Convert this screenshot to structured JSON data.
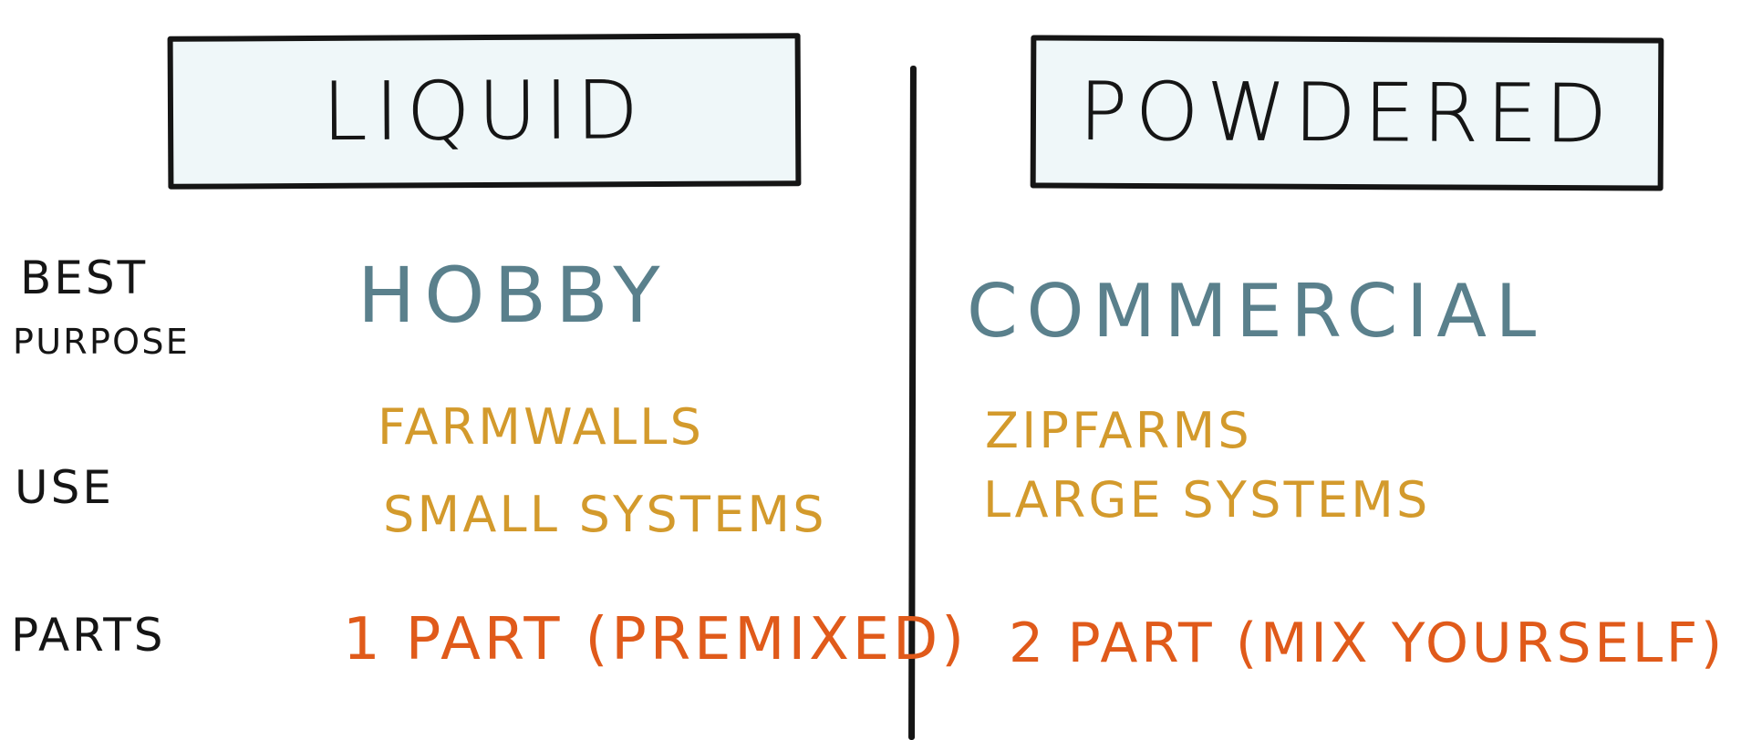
{
  "columns": [
    {
      "key": "liquid",
      "header": "LIQUID"
    },
    {
      "key": "powdered",
      "header": "POWDERED"
    }
  ],
  "rows": {
    "best_purpose": {
      "label_line1": "BEST",
      "label_line2": "PURPOSE"
    },
    "use": {
      "label": "USE"
    },
    "parts": {
      "label": "PARTS"
    }
  },
  "liquid": {
    "best_purpose": "HOBBY",
    "use_line1": "FARMWALLS",
    "use_line2": "SMALL SYSTEMS",
    "parts": "1 PART (PREMIXED)"
  },
  "powdered": {
    "best_purpose": "COMMERCIAL",
    "use_line1": "ZIPFARMS",
    "use_line2": "LARGE SYSTEMS",
    "parts": "2 PART (MIX YOURSELF)"
  },
  "colors": {
    "ink": "#151515",
    "header_fill": "#eff7f9",
    "purpose": "#5a808c",
    "use": "#d39a2c",
    "parts": "#e05a1a"
  }
}
